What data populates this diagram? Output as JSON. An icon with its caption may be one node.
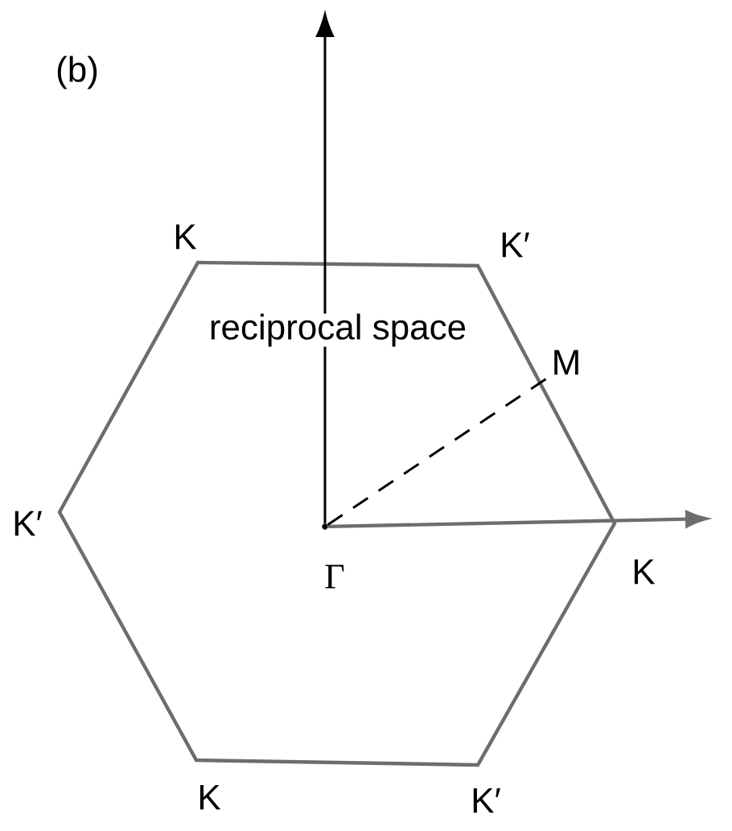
{
  "diagram": {
    "nodes": [
      {
        "text": [],
        "shape": "circle",
        "beside": [
          "Γ"
        ]
      },
      {
        "text": [
          "M"
        ]
      }
    ],
    "edges": [
      {
        "from": 0,
        "to": null,
        "arrow": "to"
      },
      {
        "from": 0,
        "to": null,
        "arrow": "to",
        "color": "#6d6d6d"
      },
      {
        "from": 0,
        "to": 1,
        "arrow": "none",
        "style": "dashed"
      }
    ],
    "labels": [
      "(b)",
      "K",
      "K′",
      "reciprocal space",
      "K′",
      "K",
      "K",
      "K′"
    ]
  }
}
